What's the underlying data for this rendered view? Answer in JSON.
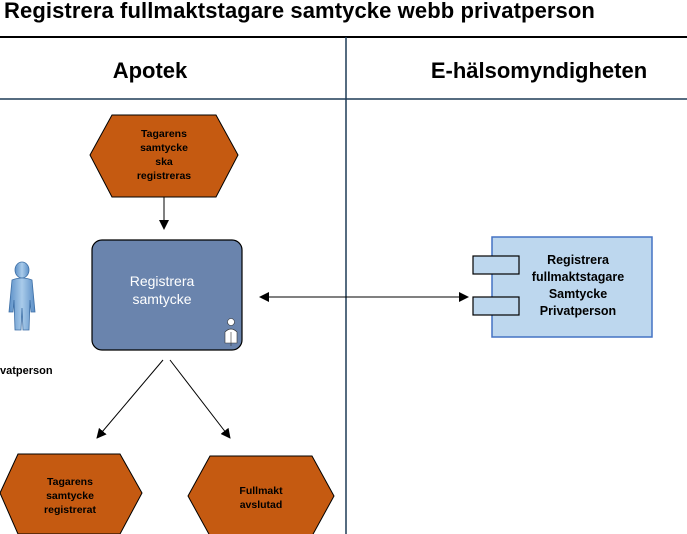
{
  "title": "Registrera fullmaktstagare samtycke webb privatperson",
  "lanes": [
    {
      "label": "Apotek"
    },
    {
      "label": "E-hälsomyndigheten"
    }
  ],
  "events": {
    "start": "Tagarens\nsamtycke\nska\nregistreras",
    "end_registered": "Tagarens\nsamtycke\nregistrerat",
    "end_closed": "Fullmakt\navslutad"
  },
  "activity": {
    "label": "Registrera\nsamtycke"
  },
  "component": {
    "label": "Registrera\nfullmaktstagare\nSamtycke\nPrivatperson"
  },
  "actor": {
    "label": "vatperson"
  },
  "colors": {
    "event_fill": "#c55a11",
    "activity_fill": "#6a84ad",
    "component_fill": "#bdd7ee",
    "component_stroke": "#4472c4",
    "lane_line": "#1f3b57"
  }
}
